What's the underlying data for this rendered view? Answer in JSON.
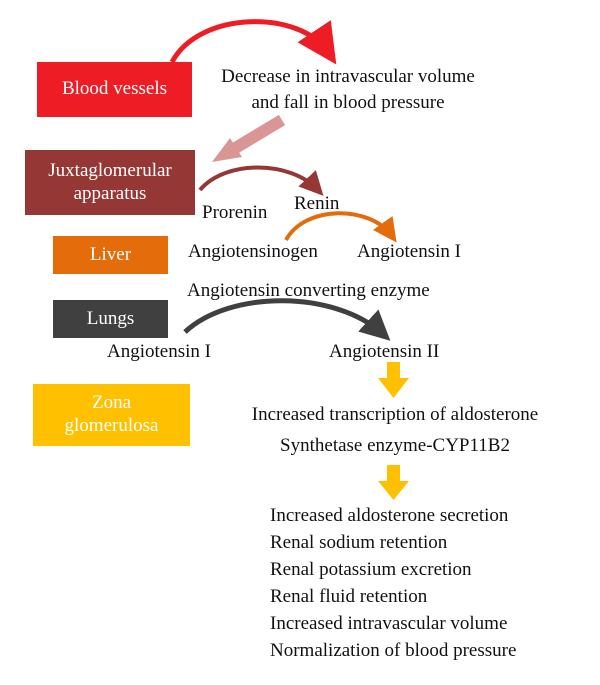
{
  "boxes": {
    "blood_vessels": "Blood vessels",
    "juxtaglomerular": "Juxtaglomerular apparatus",
    "liver": "Liver",
    "lungs": "Lungs",
    "zona": "Zona glomerulosa"
  },
  "labels": {
    "decrease_line1": "Decrease in intravascular volume",
    "decrease_line2": "and fall in blood pressure",
    "prorenin": "Prorenin",
    "renin": "Renin",
    "angiotensinogen": "Angiotensinogen",
    "angiotensin_i_liver": "Angiotensin I",
    "ace": "Angiotensin converting enzyme",
    "angiotensin_i_lungs": "Angiotensin I",
    "angiotensin_ii": "Angiotensin II",
    "transcription_line1": "Increased transcription of aldosterone",
    "transcription_line2": "Synthetase enzyme-CYP11B2"
  },
  "outcomes": [
    "Increased aldosterone secretion",
    "Renal sodium retention",
    "Renal potassium excretion",
    "Renal fluid retention",
    "Increased intravascular volume",
    "Normalization of blood pressure"
  ],
  "colors": {
    "blood_vessels": "#ee1c24",
    "juxtaglomerular": "#953735",
    "liver": "#e46c0a",
    "lungs": "#404040",
    "zona": "#ffc000",
    "pink_arrow": "#d99694",
    "yellow_arrow": "#ffc000"
  }
}
